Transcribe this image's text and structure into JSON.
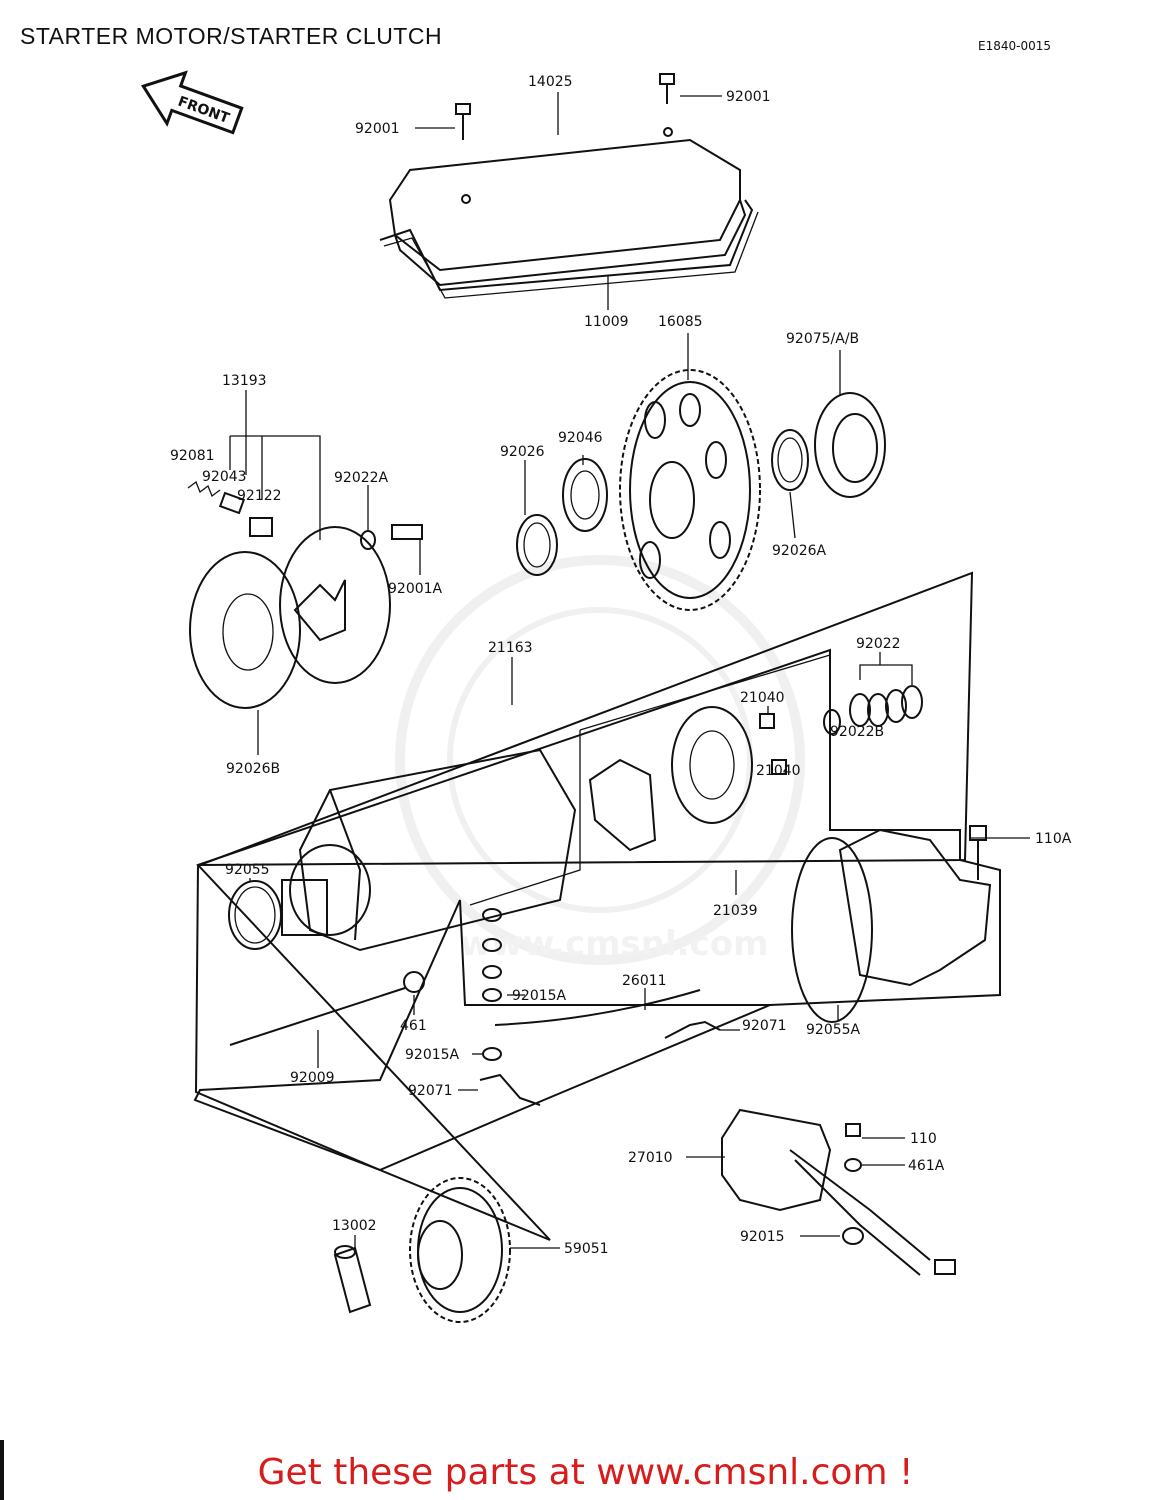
{
  "title": "STARTER MOTOR/STARTER CLUTCH",
  "diagram_code": "E1840-0015",
  "front_arrow_label": "FRONT",
  "watermark_url": "www.cmsnl.com",
  "parts": {
    "p14025": "14025",
    "p92001_left": "92001",
    "p92001_right": "92001",
    "p11009": "11009",
    "p16085": "16085",
    "p92075": "92075/A/B",
    "p13193": "13193",
    "p92081": "92081",
    "p92043": "92043",
    "p92122": "92122",
    "p92022A": "92022A",
    "p92026": "92026",
    "p92046": "92046",
    "p92001A": "92001A",
    "p92026A": "92026A",
    "p92026B": "92026B",
    "p21163": "21163",
    "p92022": "92022",
    "p21040_top": "21040",
    "p92022B": "92022B",
    "p21040_bot": "21040",
    "p110A": "110A",
    "p92055": "92055",
    "p21039": "21039",
    "p92015A_right": "92015A",
    "p26011": "26011",
    "p461": "461",
    "p92071_right": "92071",
    "p92055A": "92055A",
    "p92015A_left": "92015A",
    "p92009": "92009",
    "p92071_left": "92071",
    "p110": "110",
    "p27010": "27010",
    "p461A": "461A",
    "p13002": "13002",
    "p59051": "59051",
    "p92015": "92015"
  },
  "footer": "Get these parts at www.cmsnl.com !"
}
